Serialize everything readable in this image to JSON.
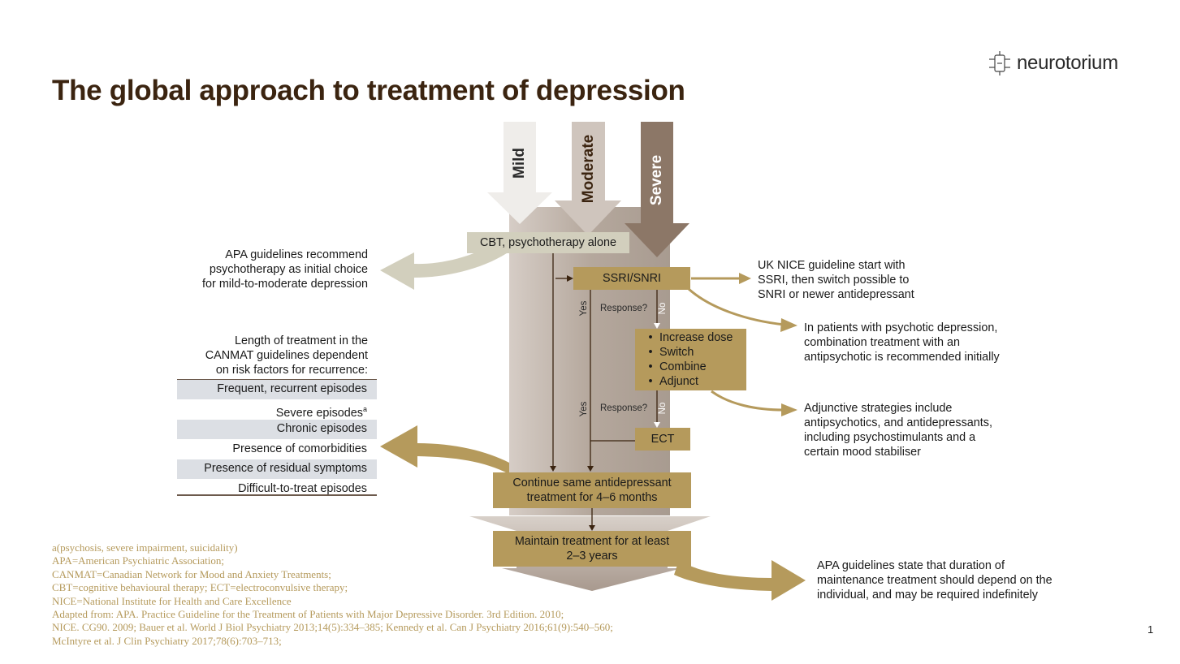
{
  "title": "The global approach to treatment of depression",
  "logo": {
    "text": "neurotorium",
    "icon": "neuron-logo-icon"
  },
  "severity": {
    "mild": "Mild",
    "moderate": "Moderate",
    "severe": "Severe"
  },
  "boxes": {
    "cbt": "CBT, psychotherapy alone",
    "ssri": "SSRI/SNRI",
    "options": [
      "Increase dose",
      "Switch",
      "Combine",
      "Adjunct"
    ],
    "ect": "ECT",
    "continue": [
      "Continue same antidepressant",
      "treatment for 4–6 months"
    ],
    "maintain": [
      "Maintain treatment for at least",
      "2–3 years"
    ]
  },
  "decision": {
    "response": "Response?",
    "yes": "Yes",
    "no": "No"
  },
  "notes": {
    "apa_initial": [
      "APA guidelines recommend",
      "psychotherapy as initial choice",
      "for mild-to-moderate depression"
    ],
    "nice": [
      "UK NICE guideline start with",
      "SSRI, then switch possible to",
      "SNRI or newer antidepressant"
    ],
    "psychotic": [
      "In patients with psychotic depression,",
      "combination treatment with an",
      "antipsychotic is recommended initially"
    ],
    "adjunctive": [
      "Adjunctive strategies include",
      "antipsychotics, and antidepressants,",
      "including psychostimulants and a",
      "certain mood stabiliser"
    ],
    "apa_duration": [
      "APA guidelines state that duration of",
      "maintenance treatment should depend on the",
      "individual, and may be required indefinitely"
    ],
    "canmat": [
      "Length of treatment in the",
      "CANMAT guidelines dependent",
      "on risk factors for recurrence:"
    ]
  },
  "risk_factors": [
    {
      "label": "Frequent, recurrent episodes",
      "sup": ""
    },
    {
      "label": "Severe episodes",
      "sup": "a"
    },
    {
      "label": "Chronic episodes",
      "sup": ""
    },
    {
      "label": "Presence of comorbidities",
      "sup": ""
    },
    {
      "label": "Presence of residual symptoms",
      "sup": ""
    },
    {
      "label": "Difficult-to-treat episodes",
      "sup": ""
    }
  ],
  "footnotes": [
    "a(psychosis, severe impairment, suicidality)",
    "APA=American Psychiatric Association;",
    "CANMAT=Canadian Network for Mood and Anxiety Treatments;",
    "CBT=cognitive behavioural therapy; ECT=electroconvulsive therapy;",
    "NICE=National Institute for Health and Care Excellence",
    "Adapted from: APA. Practice Guideline for the Treatment of Patients with Major Depressive Disorder. 3rd Edition. 2010;",
    "NICE. CG90. 2009; Bauer et al. World J Biol Psychiatry 2013;14(5):334–385; Kennedy et al. Can J Psychiatry 2016;61(9):540–560;",
    "McIntyre et al. J Clin Psychiatry 2017;78(6):703–713;"
  ],
  "page_number": "1",
  "colors": {
    "title": "#3b2410",
    "gold": "#b59a5c",
    "footnote": "#b59a5c",
    "shade": "#dcdfe4"
  }
}
